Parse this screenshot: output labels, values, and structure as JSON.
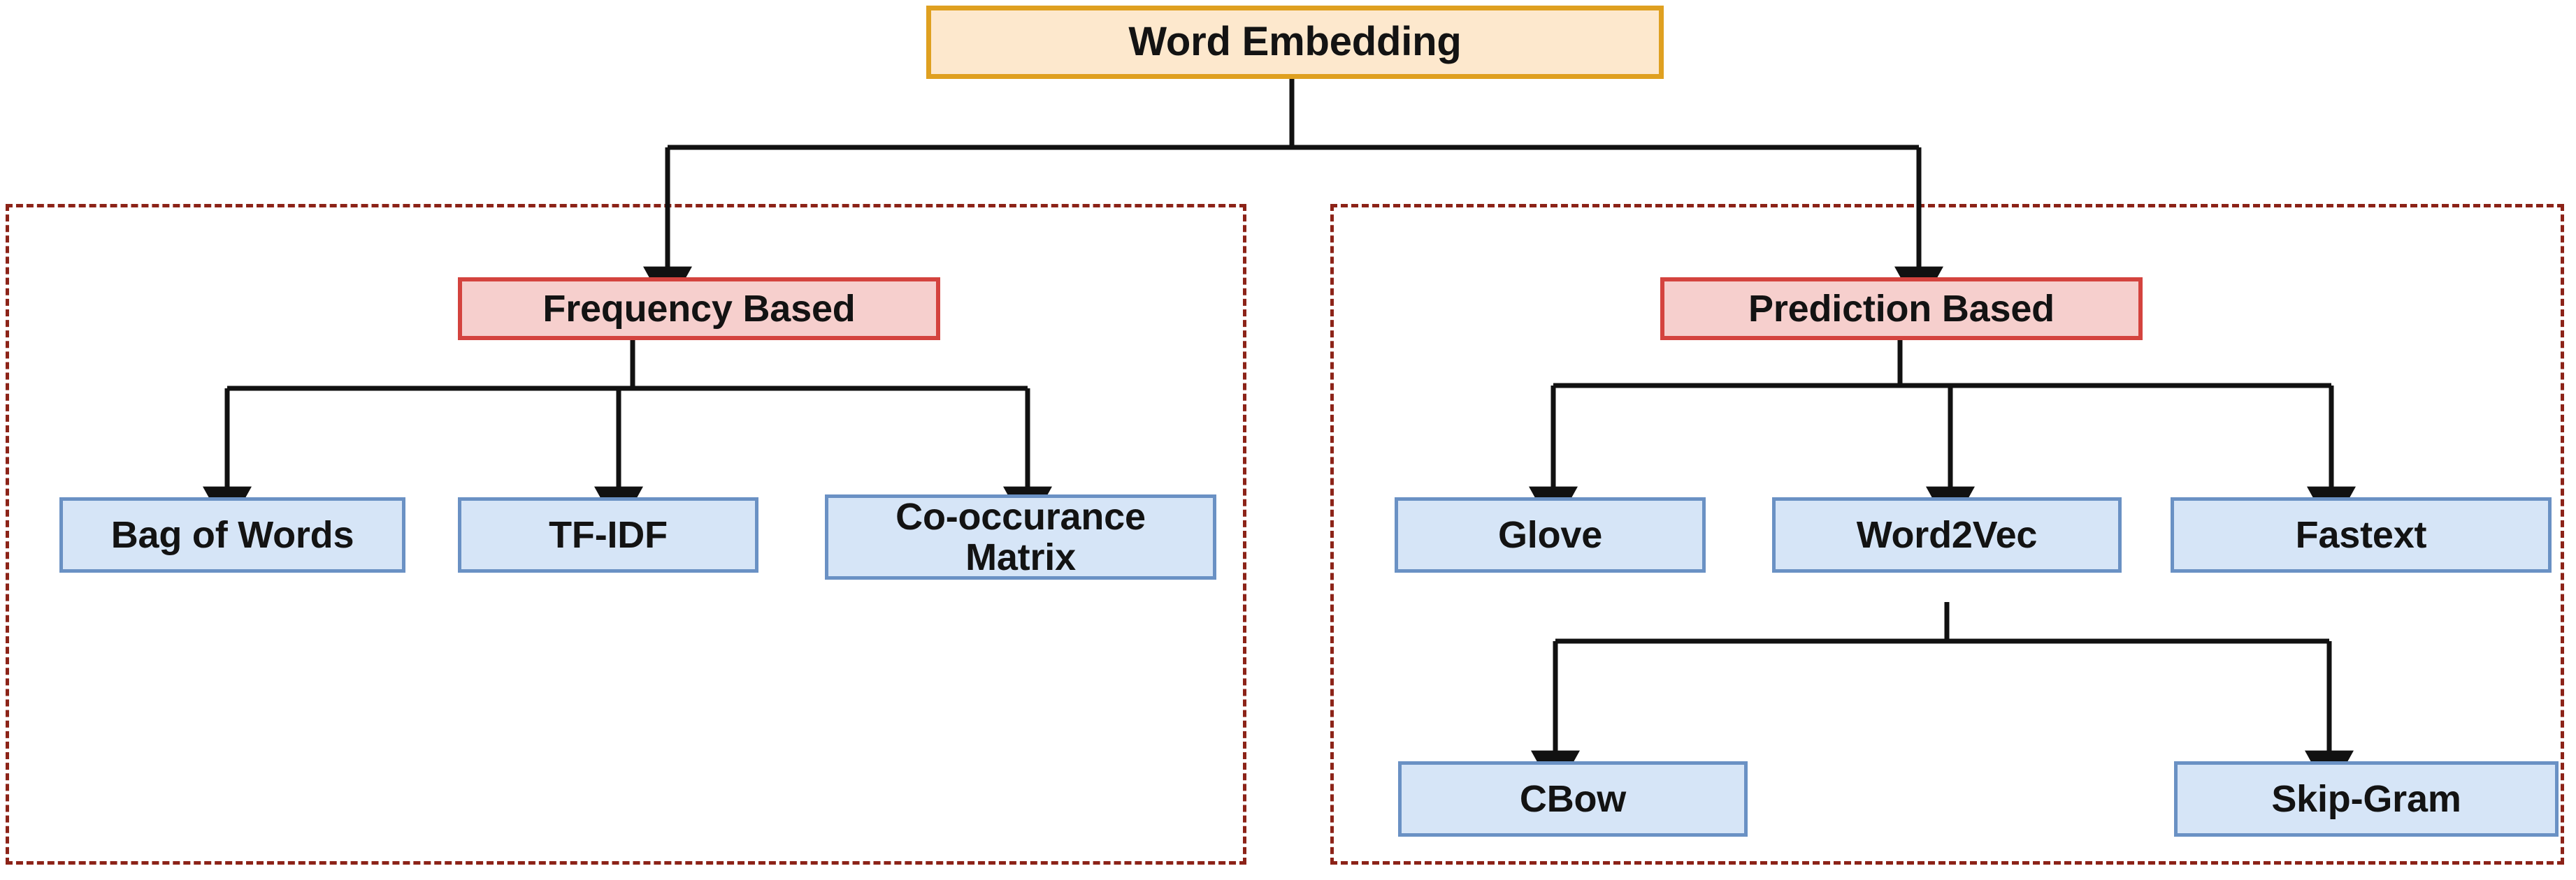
{
  "diagram": {
    "type": "tree-hierarchy",
    "title_node": "Word Embedding",
    "colors": {
      "root_fill": "#fde8cd",
      "root_border": "#dfa020",
      "category_fill": "#f6cfcd",
      "category_border": "#d4433e",
      "leaf_fill": "#d6e5f7",
      "leaf_border": "#6a91c4",
      "group_border": "#8c2318",
      "edge": "#111111",
      "background": "#ffffff"
    },
    "root": {
      "label": "Word Embedding"
    },
    "groups": [
      {
        "id": "frequency-group",
        "label": ""
      },
      {
        "id": "prediction-group",
        "label": ""
      }
    ],
    "categories": [
      {
        "id": "frequency-based",
        "label": "Frequency Based",
        "children": [
          {
            "id": "bag-of-words",
            "label": "Bag of Words"
          },
          {
            "id": "tf-idf",
            "label": "TF-IDF"
          },
          {
            "id": "co-occurance-matrix",
            "label": "Co-occurance\nMatrix",
            "line1": "Co-occurance",
            "line2": "Matrix"
          }
        ]
      },
      {
        "id": "prediction-based",
        "label": "Prediction Based",
        "children": [
          {
            "id": "glove",
            "label": "Glove"
          },
          {
            "id": "word2vec",
            "label": "Word2Vec",
            "children": [
              {
                "id": "cbow",
                "label": "CBow"
              },
              {
                "id": "skip-gram",
                "label": "Skip-Gram"
              }
            ]
          },
          {
            "id": "fastext",
            "label": "Fastext"
          }
        ]
      }
    ]
  }
}
